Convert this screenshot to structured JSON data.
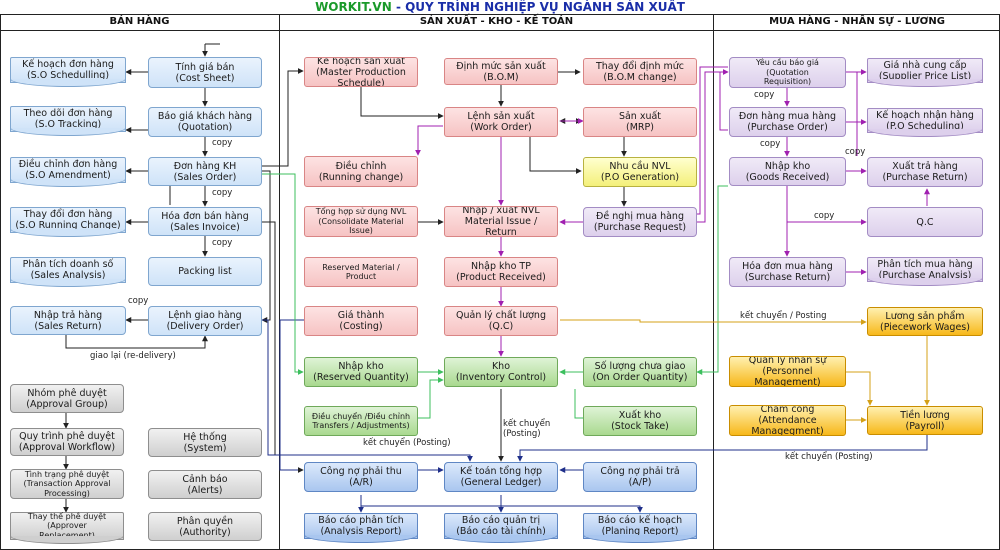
{
  "title": {
    "brand": "WORKIT.VN",
    "sep": " - ",
    "text": "QUY TRÌNH NGHIỆP VỤ NGÀNH SẢN XUẤT"
  },
  "sections": {
    "sales": "BÁN HÀNG",
    "production": "SẢN XUẤT - KHO - KẾ TOÁN",
    "purchase": "MUA HÀNG - NHÂN SỰ - LƯƠNG"
  },
  "nodes": {
    "so_scheduling": [
      "Kế hoạch đơn hàng",
      "(S.O Schedulling)"
    ],
    "so_tracking": [
      "Theo dõi đơn hàng",
      "(S.O Tracking)"
    ],
    "so_amendment": [
      "Điều chỉnh đơn hàng",
      "(S.O Amendment)"
    ],
    "so_running_change": [
      "Thay đổi đơn hàng",
      "(S.O Running Change)"
    ],
    "sales_analysis": [
      "Phân tích doanh số",
      "(Sales Analysis)"
    ],
    "sales_return": [
      "Nhập trả hàng",
      "(Sales Return)"
    ],
    "cost_sheet": [
      "Tính giá bán",
      "(Cost Sheet)"
    ],
    "quotation": [
      "Báo giá khách hàng",
      "(Quotation)"
    ],
    "sales_order": [
      "Đơn hàng KH",
      "(Sales Order)"
    ],
    "sales_invoice": [
      "Hóa đơn bán hàng",
      "(Sales Invoice)"
    ],
    "packing_list": [
      "Packing list"
    ],
    "delivery_order": [
      "Lệnh giao hàng",
      "(Delivery Order)"
    ],
    "approval_group": [
      "Nhóm phê duyệt",
      "(Approval Group)"
    ],
    "approval_workflow": [
      "Quy trình phê duyệt",
      "(Approval Workflow)"
    ],
    "approval_processing": [
      "Tình trạng phê duyệt",
      "(Transaction Approval",
      "Processing)"
    ],
    "approver_replacement": [
      "Thay thế phê duyệt",
      "(Approver",
      "Replacement)"
    ],
    "system": [
      "Hệ thống",
      "(System)"
    ],
    "alerts": [
      "Cảnh báo",
      "(Alerts)"
    ],
    "authority": [
      "Phân quyền",
      "(Authority)"
    ],
    "master_schedule": [
      "Kế hoạch sản xuất",
      "(Master Production",
      "Schedule)"
    ],
    "bom": [
      "Định mức sản xuất",
      "(B.O.M)"
    ],
    "bom_change": [
      "Thay đổi định mức",
      "(B.O.M change)"
    ],
    "work_order": [
      "Lệnh sản xuất",
      "(Work Order)"
    ],
    "mrp": [
      "Sản xuất",
      "(MRP)"
    ],
    "running_change": [
      "Điều chỉnh",
      "(Running change)"
    ],
    "po_generation": [
      "Nhu cầu NVL",
      "(P.O Generation)"
    ],
    "consolidate_issue": [
      "Tổng hợp sử dụng NVL",
      "(Consolidate Material",
      "Issue)"
    ],
    "material_issue": [
      "Nhập / xuất NVL",
      "Material Issue /",
      "Return"
    ],
    "purchase_request": [
      "Đề nghị mua hàng",
      "(Purchase Request)"
    ],
    "reserved_product": [
      "Reserved Material /",
      "Product"
    ],
    "product_received": [
      "Nhập kho TP",
      "(Product Received)"
    ],
    "costing": [
      "Giá thành",
      "(Costing)"
    ],
    "qc_prod": [
      "Quản lý chất lượng",
      "(Q.C)"
    ],
    "reserved_quantity": [
      "Nhập kho",
      "(Reserved Quantity)"
    ],
    "inventory_control": [
      "Kho",
      "(Inventory Control)"
    ],
    "on_order_quantity": [
      "Số lượng chưa giao",
      "(On Order Quantity)"
    ],
    "transfers": [
      "Điều chuyển /Điều chỉnh",
      "Transfers / Adjustments)"
    ],
    "stock_take": [
      "Xuất kho",
      "(Stock Take)"
    ],
    "ar": [
      "Công nợ phải thu",
      "(A/R)"
    ],
    "general_ledger": [
      "Kế toán tổng hợp",
      "(General Ledger)"
    ],
    "ap": [
      "Công nợ phải trả",
      "(A/P)"
    ],
    "analysis_report": [
      "Báo cáo phân tích",
      "(Analysis Report)"
    ],
    "management_report": [
      "Báo cáo quản trị",
      "(Báo cáo tài chính)"
    ],
    "planning_report": [
      "Báo cáo kế hoạch",
      "(Planing Report)"
    ],
    "quotation_requisition": [
      "Yêu cầu báo giá",
      "(Quotation",
      "Requisition)"
    ],
    "supplier_price_list": [
      "Giá nhà cung cấp",
      "(Supplier Price List)"
    ],
    "purchase_order": [
      "Đơn hàng mua hàng",
      "(Purchase Order)"
    ],
    "po_scheduling": [
      "Kế hoạch nhận hàng",
      "(P.O Scheduling)"
    ],
    "goods_received": [
      "Nhập kho",
      "(Goods Received)"
    ],
    "purchase_return": [
      "Xuất trả hàng",
      "(Purchase Return)"
    ],
    "qc_purchase": [
      "Q.C"
    ],
    "purchase_invoice": [
      "Hóa đơn mua hàng",
      "(Surchase Return)"
    ],
    "purchase_analysis": [
      "Phân tích mua hàng",
      "(Purchase Analysis)"
    ],
    "piecework_wages": [
      "Lương sản phẩm",
      "(Piecework Wages)"
    ],
    "personnel": [
      "Quản lý nhân sự",
      "(Personnel",
      "Management)"
    ],
    "attendance": [
      "Chấm công",
      "(Attendance",
      "Managegment)"
    ],
    "payroll": [
      "Tiền lương",
      "(Payroll)"
    ]
  },
  "labels": {
    "copy": "copy",
    "redelivery": "giao lại (re-delivery)",
    "posting": "kết chuyển (Posting)",
    "posting_slash": "kết chuyển / Posting",
    "posting_line1": "kết chuyển",
    "posting_line2": "(Posting)"
  },
  "colors": {
    "sales_node": "#cfe3f8",
    "production_node": "#f6c3c3",
    "purchase_node": "#ddd0ec",
    "warehouse_node": "#a9d98f",
    "hr_node": "#f7b81a",
    "po_generation_node": "#f4f07a",
    "system_node": "#cfcfcf",
    "accounting_node": "#a9c6ef",
    "arrow_dark": "#222222",
    "arrow_purple": "#a020b0",
    "arrow_green": "#3cbf5e",
    "arrow_navy": "#1f2f8a",
    "arrow_gold": "#d4a017",
    "title_brand": "#1a9a2a",
    "title_main": "#1a2ea8"
  }
}
